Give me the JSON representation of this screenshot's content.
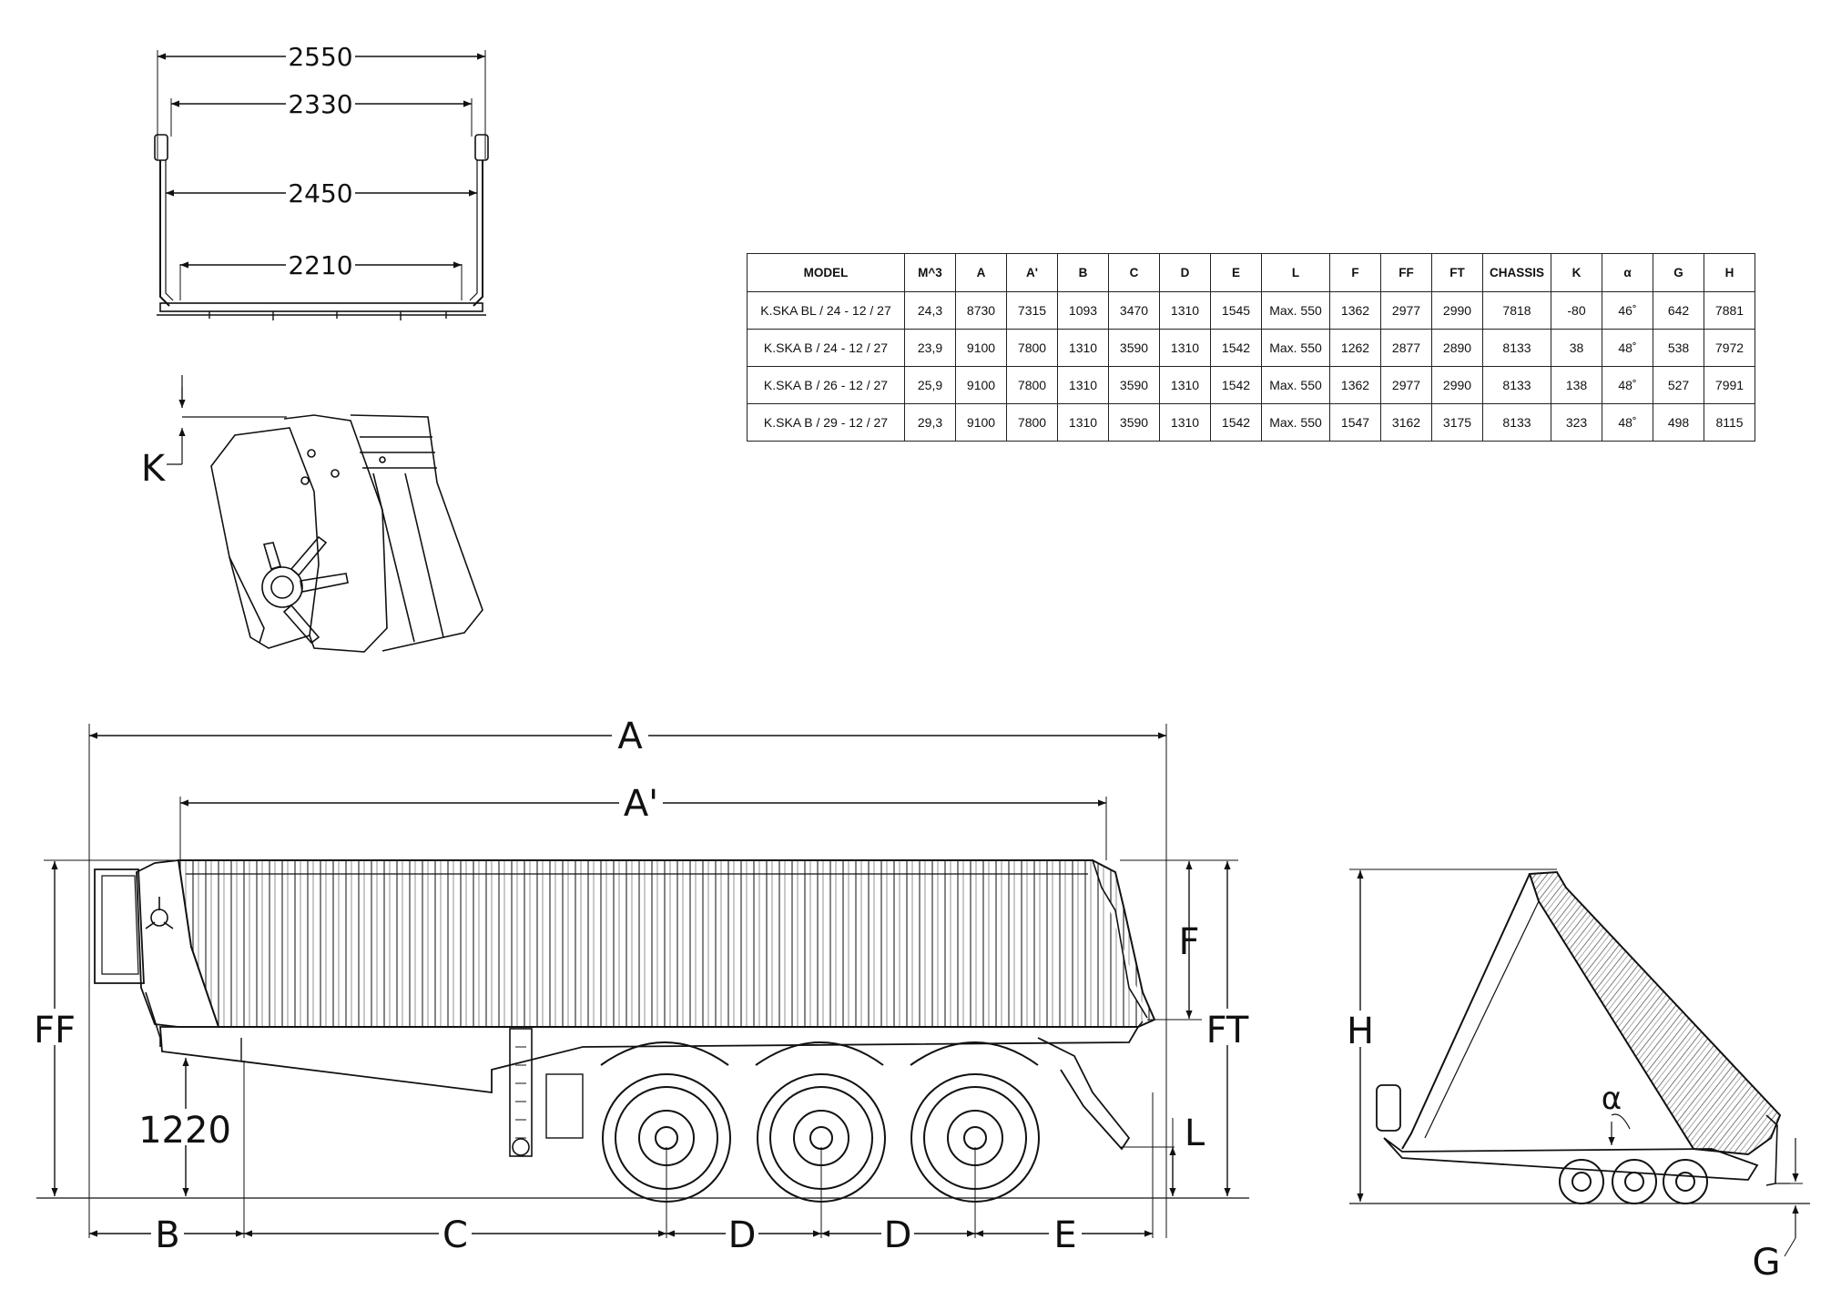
{
  "dimensions": {
    "top_view": {
      "outer_width": "2550",
      "top_inner_width": "2330",
      "mid_width": "2450",
      "floor_width": "2210"
    },
    "detail": {
      "k_label": "K"
    },
    "side_view": {
      "a_label": "A",
      "a_prime_label": "A'",
      "f_label": "F",
      "ff_label": "FF",
      "ft_label": "FT",
      "height_1220": "1220",
      "l_label": "L",
      "b_label": "B",
      "c_label": "C",
      "d_label": "D",
      "e_label": "E"
    },
    "tip_view": {
      "h_label": "H",
      "alpha_label": "α",
      "g_label": "G"
    }
  },
  "table": {
    "headers": [
      "MODEL",
      "M^3",
      "A",
      "A'",
      "B",
      "C",
      "D",
      "E",
      "L",
      "F",
      "FF",
      "FT",
      "CHASSIS",
      "K",
      "α",
      "G",
      "H"
    ],
    "rows": [
      [
        "K.SKA BL / 24 - 12 / 27",
        "24,3",
        "8730",
        "7315",
        "1093",
        "3470",
        "1310",
        "1545",
        "Max. 550",
        "1362",
        "2977",
        "2990",
        "7818",
        "-80",
        "46˚",
        "642",
        "7881"
      ],
      [
        "K.SKA B / 24 - 12 / 27",
        "23,9",
        "9100",
        "7800",
        "1310",
        "3590",
        "1310",
        "1542",
        "Max. 550",
        "1262",
        "2877",
        "2890",
        "8133",
        "38",
        "48˚",
        "538",
        "7972"
      ],
      [
        "K.SKA B / 26 - 12 / 27",
        "25,9",
        "9100",
        "7800",
        "1310",
        "3590",
        "1310",
        "1542",
        "Max. 550",
        "1362",
        "2977",
        "2990",
        "8133",
        "138",
        "48˚",
        "527",
        "7991"
      ],
      [
        "K.SKA B / 29 - 12 / 27",
        "29,3",
        "9100",
        "7800",
        "1310",
        "3590",
        "1310",
        "1542",
        "Max. 550",
        "1547",
        "3162",
        "3175",
        "8133",
        "323",
        "48˚",
        "498",
        "8115"
      ]
    ]
  }
}
